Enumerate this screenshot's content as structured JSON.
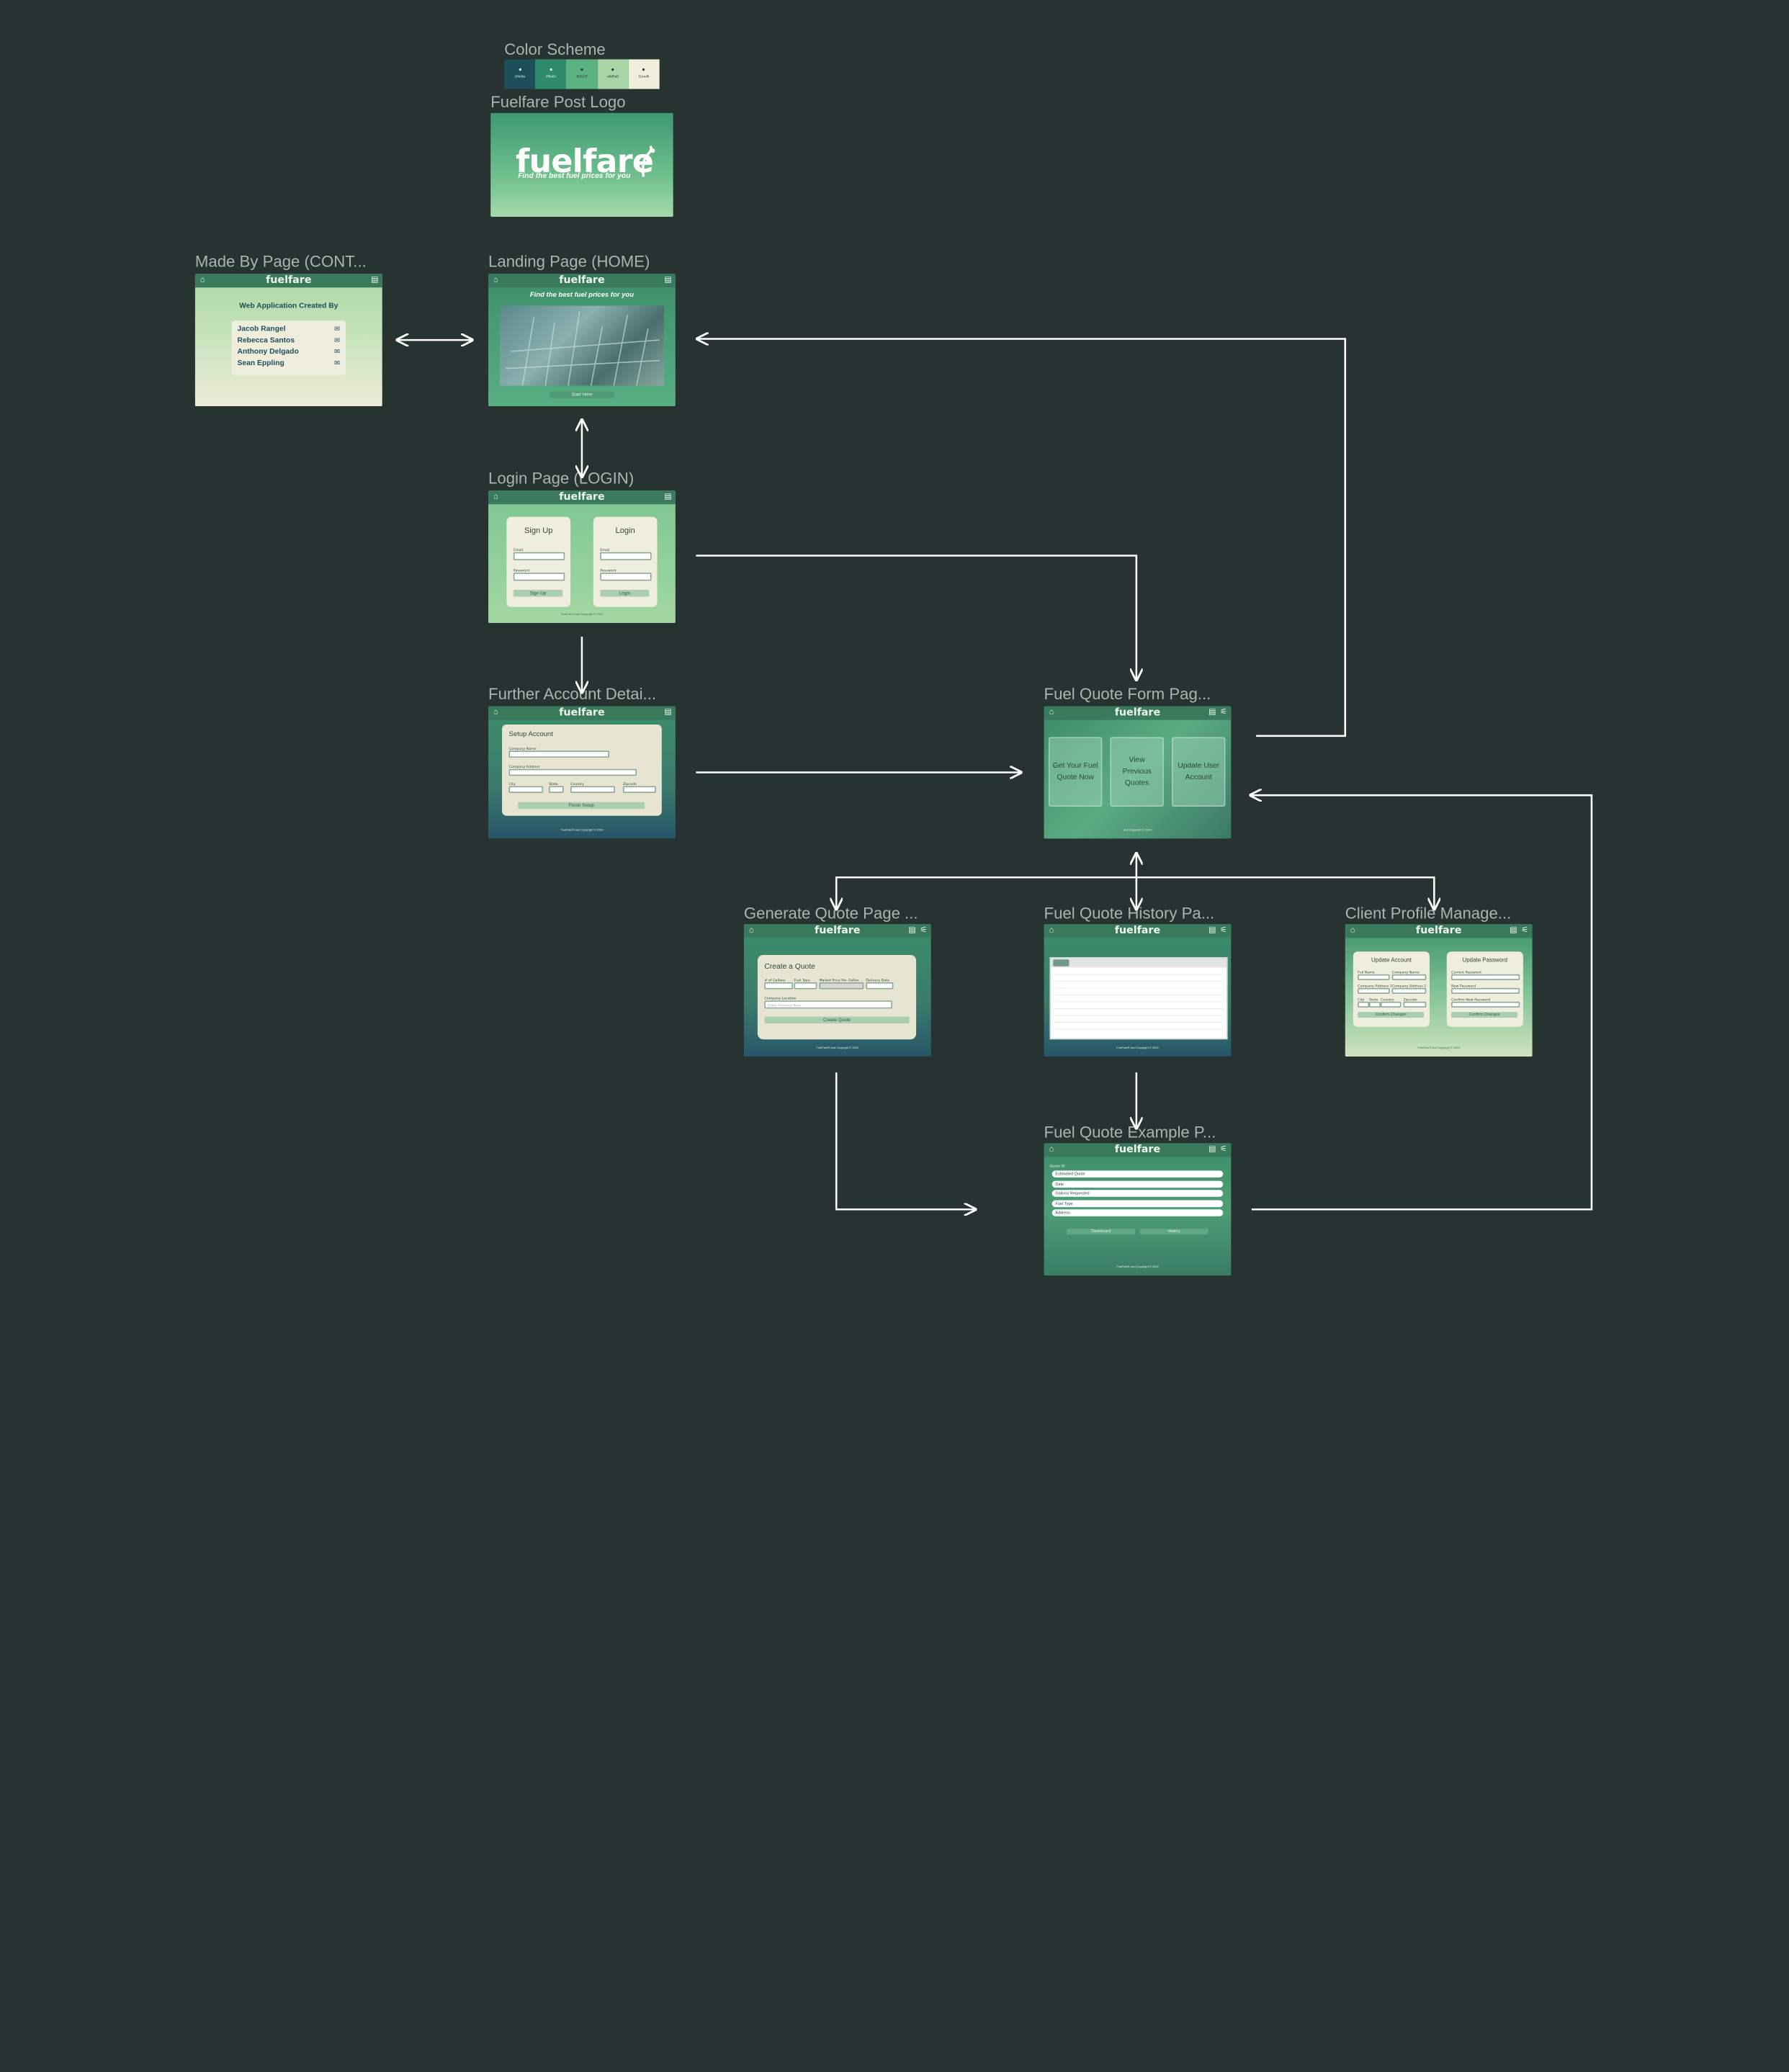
{
  "frames": {
    "color_scheme": {
      "title": "Color Scheme",
      "swatches": [
        {
          "color": "#1e4e5a",
          "code": "1f4e5a"
        },
        {
          "color": "#2f8a6c",
          "code": "2f8a6c"
        },
        {
          "color": "#5bb17f",
          "code": "5bb17f"
        },
        {
          "color": "#a8d5a5",
          "code": "a8d5a5"
        },
        {
          "color": "#f1eedb",
          "code": "f1eedb"
        }
      ]
    },
    "logo": {
      "title": "Fuelfare Post Logo",
      "brand": "fuelfare",
      "tagline": "Find the best fuel prices for you"
    },
    "made_by": {
      "title": "Made By Page (CONT...",
      "brand": "fuelfare",
      "heading": "Web Application Created By",
      "people": [
        "Jacob Rangel",
        "Rebecca Santos",
        "Anthony Delgado",
        "Sean Eppling"
      ]
    },
    "landing": {
      "title": "Landing Page (HOME)",
      "brand": "fuelfare",
      "tagline": "Find the best fuel prices for you",
      "button": "Start Here"
    },
    "login": {
      "title": "Login Page (LOGIN)",
      "brand": "fuelfare",
      "signup_heading": "Sign Up",
      "login_heading": "Login",
      "email_label": "Email",
      "password_label": "Password",
      "signup_button": "Sign Up",
      "login_button": "Login",
      "footer": "FuelFare® and Copyright © 2024"
    },
    "further_account": {
      "title": "Further Account Detai...",
      "brand": "fuelfare",
      "heading": "Setup Account",
      "company_name": "Company Name",
      "company_address": "Company Address",
      "city": "City",
      "state": "State",
      "country": "Country",
      "zipcode": "Zipcode",
      "button": "Finish Setup",
      "footer": "FuelFare® and Copyright © 2024"
    },
    "fuel_quote_form": {
      "title": "Fuel Quote Form Pag...",
      "brand": "fuelfare",
      "cards": [
        "Get Your Fuel Quote Now",
        "View Previous Quotes",
        "Update User Account"
      ],
      "footer": "and Copyright © 2024"
    },
    "generate_quote": {
      "title": "Generate Quote Page ...",
      "brand": "fuelfare",
      "heading": "Create a Quote",
      "gallons": "# of Gallons",
      "fuel_type": "Fuel Type",
      "market_price": "Market Price Per Gallon",
      "delivery_date": "Delivery Date",
      "company_location": "Company Location",
      "location_placeholder": "Enter Address Here",
      "button": "Create Quote",
      "footer": "FuelFare® and Copyright © 2024"
    },
    "history": {
      "title": "Fuel Quote History Pa...",
      "brand": "fuelfare",
      "footer": "FuelFare® and Copyright © 2024"
    },
    "client_profile": {
      "title": "Client Profile Manage...",
      "brand": "fuelfare",
      "update_account": "Update Account",
      "update_password": "Update Password",
      "full_name": "Full Name",
      "company_name": "Company Name",
      "address1": "Company Address 1",
      "address2": "Company Address 2",
      "city": "City",
      "state": "State",
      "country": "Country",
      "zipcode": "Zipcode",
      "current_password": "Current Password",
      "new_password": "New Password",
      "confirm_password": "Confirm New Password",
      "confirm_button": "Confirm Changes",
      "footer": "FuelFare® and Copyright © 2024"
    },
    "example": {
      "title": "Fuel Quote Example P...",
      "brand": "fuelfare",
      "quote_label": "Quote ID",
      "rows": [
        "Estimated Quote",
        "Date",
        "Gallons Requested",
        "Fuel Type",
        "Address"
      ],
      "dashboard_button": "Dashboard",
      "history_button": "History",
      "footer": "FuelFare® and Copyright © 2024"
    }
  }
}
